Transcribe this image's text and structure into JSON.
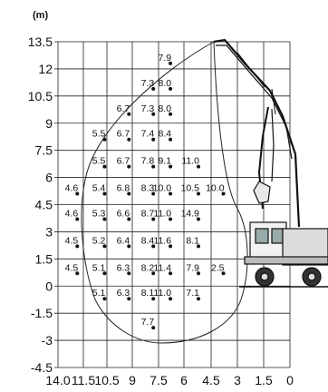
{
  "chart_data": {
    "type": "scatter",
    "title": "",
    "unit_label": "(m)",
    "xlabel": "",
    "ylabel": "",
    "x_ticks": [
      14.0,
      11.5,
      10.5,
      9,
      7.5,
      6,
      4.5,
      3,
      1.5,
      0
    ],
    "x_tick_labels": [
      "14.0",
      "11.5",
      "10.5",
      "9",
      "7.5",
      "6",
      "4.5",
      "3",
      "1.5",
      "0"
    ],
    "y_ticks": [
      13.5,
      12,
      10.5,
      9,
      7.5,
      6,
      4.5,
      3,
      1.5,
      0,
      -1.5,
      -3,
      -4.5
    ],
    "y_tick_labels": [
      "13.5",
      "12",
      "10.5",
      "9",
      "7.5",
      "6",
      "4.5",
      "3",
      "1.5",
      "0",
      "-1.5",
      "-3",
      "-4.5"
    ],
    "grid": true,
    "points": [
      {
        "x": 6.8,
        "y": 12.3,
        "label": "7.9"
      },
      {
        "x": 7.8,
        "y": 10.9,
        "label": "7.3"
      },
      {
        "x": 6.8,
        "y": 10.9,
        "label": "8.0"
      },
      {
        "x": 9.2,
        "y": 9.5,
        "label": "6.7"
      },
      {
        "x": 7.8,
        "y": 9.5,
        "label": "7.3"
      },
      {
        "x": 6.8,
        "y": 9.5,
        "label": "8.0"
      },
      {
        "x": 10.6,
        "y": 8.1,
        "label": "5.5"
      },
      {
        "x": 9.2,
        "y": 8.1,
        "label": "6.7"
      },
      {
        "x": 7.8,
        "y": 8.1,
        "label": "7.4"
      },
      {
        "x": 6.8,
        "y": 8.1,
        "label": "8.4"
      },
      {
        "x": 10.6,
        "y": 6.6,
        "label": "5.5"
      },
      {
        "x": 9.2,
        "y": 6.6,
        "label": "6.7"
      },
      {
        "x": 7.8,
        "y": 6.6,
        "label": "7.8"
      },
      {
        "x": 6.8,
        "y": 6.6,
        "label": "9.1"
      },
      {
        "x": 5.2,
        "y": 6.6,
        "label": "11.0"
      },
      {
        "x": 12.1,
        "y": 5.1,
        "label": "4.6"
      },
      {
        "x": 10.6,
        "y": 5.1,
        "label": "5.4"
      },
      {
        "x": 9.2,
        "y": 5.1,
        "label": "6.8"
      },
      {
        "x": 7.8,
        "y": 5.1,
        "label": "8.3"
      },
      {
        "x": 6.8,
        "y": 5.1,
        "label": "10.0"
      },
      {
        "x": 5.2,
        "y": 5.1,
        "label": "10.5"
      },
      {
        "x": 3.8,
        "y": 5.1,
        "label": "10.0"
      },
      {
        "x": 12.1,
        "y": 3.7,
        "label": "4.6"
      },
      {
        "x": 10.6,
        "y": 3.7,
        "label": "5.3"
      },
      {
        "x": 9.2,
        "y": 3.7,
        "label": "6.6"
      },
      {
        "x": 7.8,
        "y": 3.7,
        "label": "8.7"
      },
      {
        "x": 6.8,
        "y": 3.7,
        "label": "11.0"
      },
      {
        "x": 5.2,
        "y": 3.7,
        "label": "14.9"
      },
      {
        "x": 12.1,
        "y": 2.2,
        "label": "4.5"
      },
      {
        "x": 10.6,
        "y": 2.2,
        "label": "5.2"
      },
      {
        "x": 9.2,
        "y": 2.2,
        "label": "6.4"
      },
      {
        "x": 7.8,
        "y": 2.2,
        "label": "8.4"
      },
      {
        "x": 6.8,
        "y": 2.2,
        "label": "11.6"
      },
      {
        "x": 5.2,
        "y": 2.2,
        "label": "8.1"
      },
      {
        "x": 12.1,
        "y": 0.7,
        "label": "4.5"
      },
      {
        "x": 10.6,
        "y": 0.7,
        "label": "5.1"
      },
      {
        "x": 9.2,
        "y": 0.7,
        "label": "6.3"
      },
      {
        "x": 7.8,
        "y": 0.7,
        "label": "8.2"
      },
      {
        "x": 6.8,
        "y": 0.7,
        "label": "11.4"
      },
      {
        "x": 5.2,
        "y": 0.7,
        "label": "7.9"
      },
      {
        "x": 3.8,
        "y": 0.7,
        "label": "2.5"
      },
      {
        "x": 10.6,
        "y": -0.7,
        "label": "5.1"
      },
      {
        "x": 9.2,
        "y": -0.7,
        "label": "6.3"
      },
      {
        "x": 7.8,
        "y": -0.7,
        "label": "8.1"
      },
      {
        "x": 6.8,
        "y": -0.7,
        "label": "11.0"
      },
      {
        "x": 5.2,
        "y": -0.7,
        "label": "7.1"
      },
      {
        "x": 7.8,
        "y": -2.3,
        "label": "7.7"
      }
    ]
  }
}
